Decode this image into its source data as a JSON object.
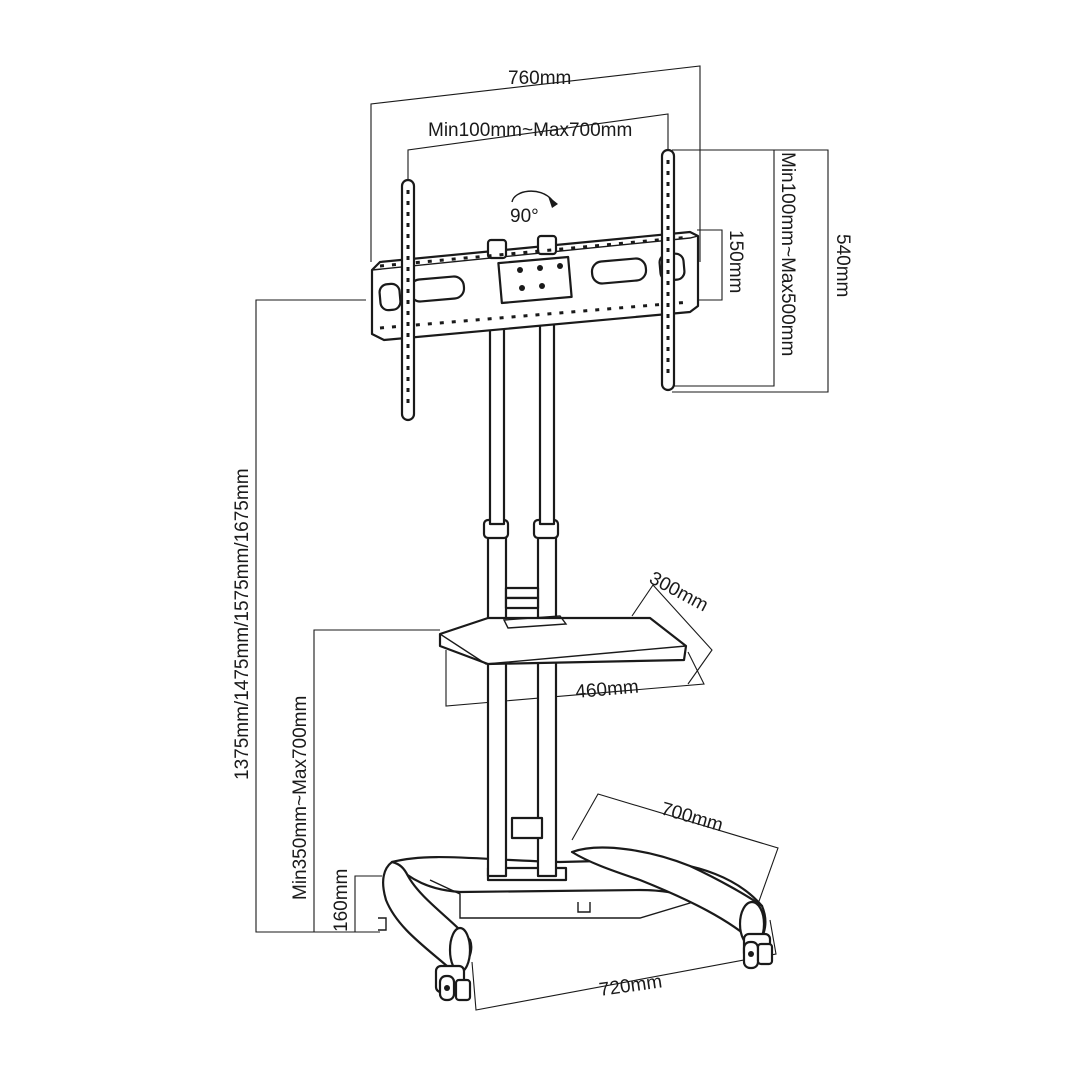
{
  "dimensions": {
    "overall_width": "760mm",
    "vesa_horizontal": "Min100mm~Max700mm",
    "rotation": "90°",
    "overall_height_bracket": "540mm",
    "vesa_vertical": "Min100mm~Max500mm",
    "bracket_height": "150mm",
    "total_height": "1375mm/1475mm/1575mm/1675mm",
    "shelf_depth": "300mm",
    "shelf_width": "460mm",
    "shelf_height": "Min350mm~Max700mm",
    "base_depth": "700mm",
    "base_width": "720mm",
    "base_height": "160mm"
  },
  "colors": {
    "line": "#1a1a1a",
    "background": "#ffffff"
  },
  "icons": {
    "rotation_arrow": "curved-arrow-icon"
  }
}
